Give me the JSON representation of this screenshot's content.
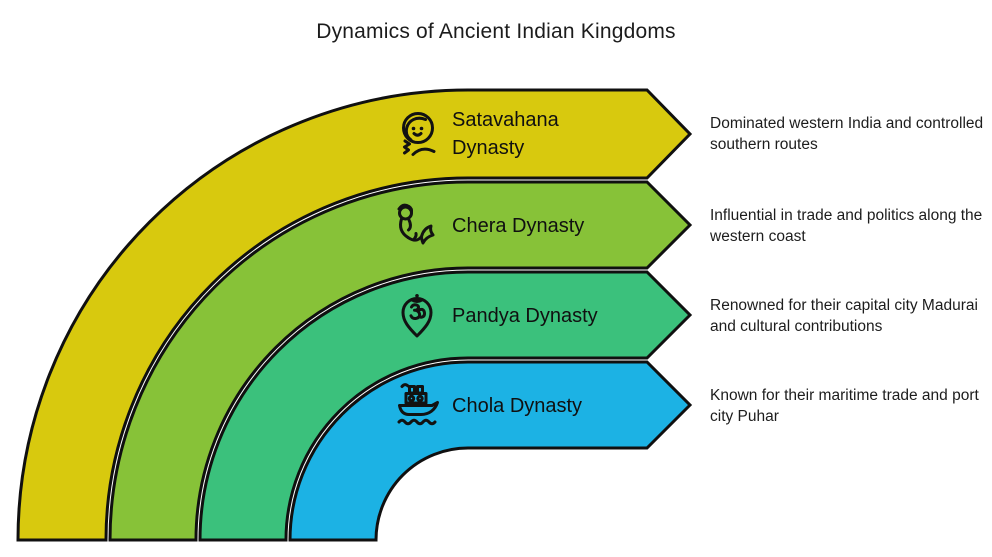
{
  "title": "Dynamics of Ancient Indian Kingdoms",
  "outline_color": "#101010",
  "bands": [
    {
      "name": "Satavahana Dynasty",
      "description": "Dominated western India and controlled southern routes",
      "color": "#d8c90e",
      "icon": "woman-braid-icon"
    },
    {
      "name": "Chera Dynasty",
      "description": "Influential in trade and politics along the western coast",
      "color": "#87c238",
      "icon": "mermaid-icon"
    },
    {
      "name": "Pandya Dynasty",
      "description": "Renowned for their capital city Madurai and cultural contributions",
      "color": "#3bc17c",
      "icon": "om-pin-icon"
    },
    {
      "name": "Chola Dynasty",
      "description": "Known for their maritime trade and port city Puhar",
      "color": "#1cb2e4",
      "icon": "ship-icon"
    }
  ]
}
